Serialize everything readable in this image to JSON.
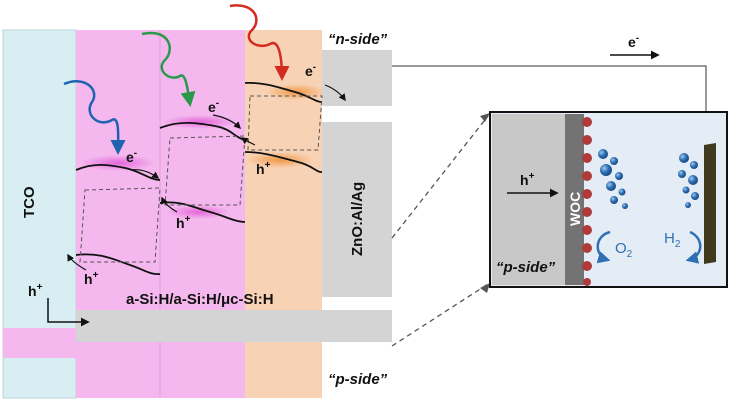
{
  "colors": {
    "tco": "#d9eef3",
    "amorphous": "#f4b8ee",
    "microcrystalline": "#f8d2b4",
    "contact": "#d4d4d4",
    "cell_bg": "#e4ecf5",
    "woc": "#737373",
    "catalyst": "#b03a3a",
    "bubble": "#2f6fb3",
    "cathode": "#3f3a1e",
    "photon_blue": "#1e63b0",
    "photon_green": "#2a9a4a",
    "photon_red": "#d42a20"
  },
  "labels": {
    "tco": "TCO",
    "contact": "ZnO:Al/Ag",
    "stack": "a-Si:H/a-Si:H/μc-Si:H",
    "n_side": "“n-side”",
    "p_side": "“p-side”",
    "p_side_cell": "“p-side”",
    "woc": "WOC",
    "electron": "e",
    "electron_sup": "-",
    "hole": "h",
    "hole_sup": "+",
    "o2": "O",
    "o2_sub": "2",
    "h2": "H",
    "h2_sub": "2"
  }
}
